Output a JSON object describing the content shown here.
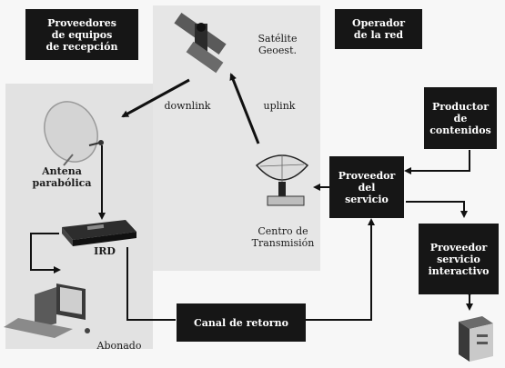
{
  "boxes": {
    "proveedores_line1": "Proveedores",
    "proveedores_line2": "de equipos",
    "proveedores_line3": "de recepción",
    "operador_line1": "Operador",
    "operador_line2": "de la red",
    "productor_line1": "Productor",
    "productor_line2": "de",
    "productor_line3": "contenidos",
    "proveedor_servicio_line1": "Proveedor",
    "proveedor_servicio_line2": "del",
    "proveedor_servicio_line3": "servicio",
    "proveedor_interactivo_line1": "Proveedor",
    "proveedor_interactivo_line2": "servicio",
    "proveedor_interactivo_line3": "interactivo",
    "canal_retorno": "Canal de retorno"
  },
  "labels": {
    "satelite_line1": "Satélite",
    "satelite_line2": "Geoest.",
    "downlink": "downlink",
    "uplink": "uplink",
    "antena_line1": "Antena",
    "antena_line2": "parabólica",
    "ird": "IRD",
    "centro_line1": "Centro de",
    "centro_line2": "Transmisión",
    "abonado": "Abonado"
  },
  "colors": {
    "box_fill": "#161616",
    "panel_fill": "#e2e2e2",
    "line": "#111111"
  },
  "icons": [
    "satellite-icon",
    "dish-antenna-icon",
    "ird-receiver-icon",
    "subscriber-pc-icon",
    "uplink-dish-icon",
    "server-icon"
  ]
}
